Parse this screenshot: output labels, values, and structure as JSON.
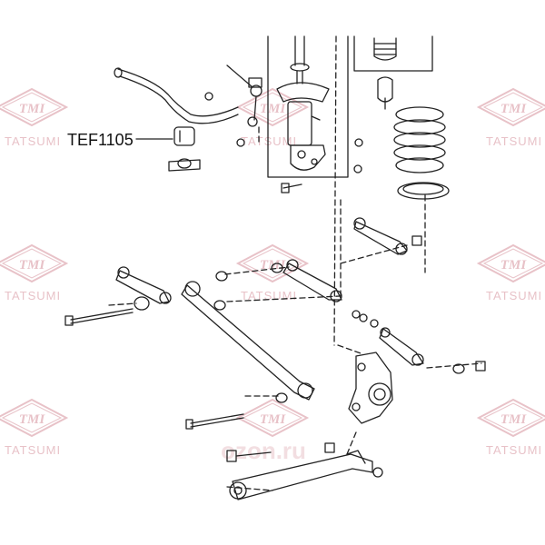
{
  "part_label": "TEF1105",
  "watermark": {
    "brand_mark": "TMI",
    "brand_name": "TATSUMI",
    "site_logo": "ozon.ru",
    "color": "#e8c2c8"
  },
  "colors": {
    "line": "#222222",
    "background": "#ffffff"
  },
  "icons": [
    "tmi-logo-icon",
    "stabilizer-bushing-icon",
    "suspension-diagram"
  ]
}
